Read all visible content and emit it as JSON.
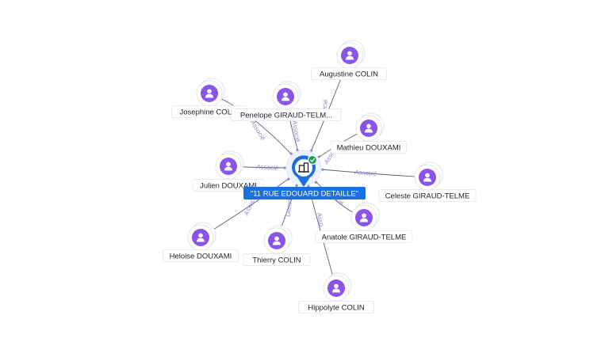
{
  "colors": {
    "person": "#8a55e6",
    "center": "#1b6fe0",
    "check": "#1e9e54",
    "edge": "#5a5f73",
    "edge_label": "#8b84d8"
  },
  "center": {
    "label": "\"11 RUE EDOUARD DETAILLE\"",
    "icon": "building-icon",
    "badge_icon": "check-icon"
  },
  "people": [
    {
      "id": "augustine",
      "label": "Augustine COLIN",
      "edge_label": "Associé"
    },
    {
      "id": "josephine",
      "label": "Josephine COLIN",
      "edge_label": "Associé"
    },
    {
      "id": "penelope",
      "label": "Penelope GIRAUD-TELM...",
      "edge_label": "Associé"
    },
    {
      "id": "mathieu",
      "label": "Mathieu DOUXAMI",
      "edge_label": "Associé"
    },
    {
      "id": "julien",
      "label": "Julien DOUXAMI",
      "edge_label": "Associé"
    },
    {
      "id": "celeste",
      "label": "Celeste GIRAUD-TELME",
      "edge_label": "Associé"
    },
    {
      "id": "anatole",
      "label": "Anatole GIRAUD-TELME",
      "edge_label": "Associé"
    },
    {
      "id": "heloise",
      "label": "Heloise DOUXAMI",
      "edge_label": "Associé"
    },
    {
      "id": "thierry",
      "label": "Thierry COLIN",
      "edge_label": "Gérant"
    },
    {
      "id": "hippolyte",
      "label": "Hippolyte COLIN",
      "edge_label": "Asso..."
    }
  ]
}
